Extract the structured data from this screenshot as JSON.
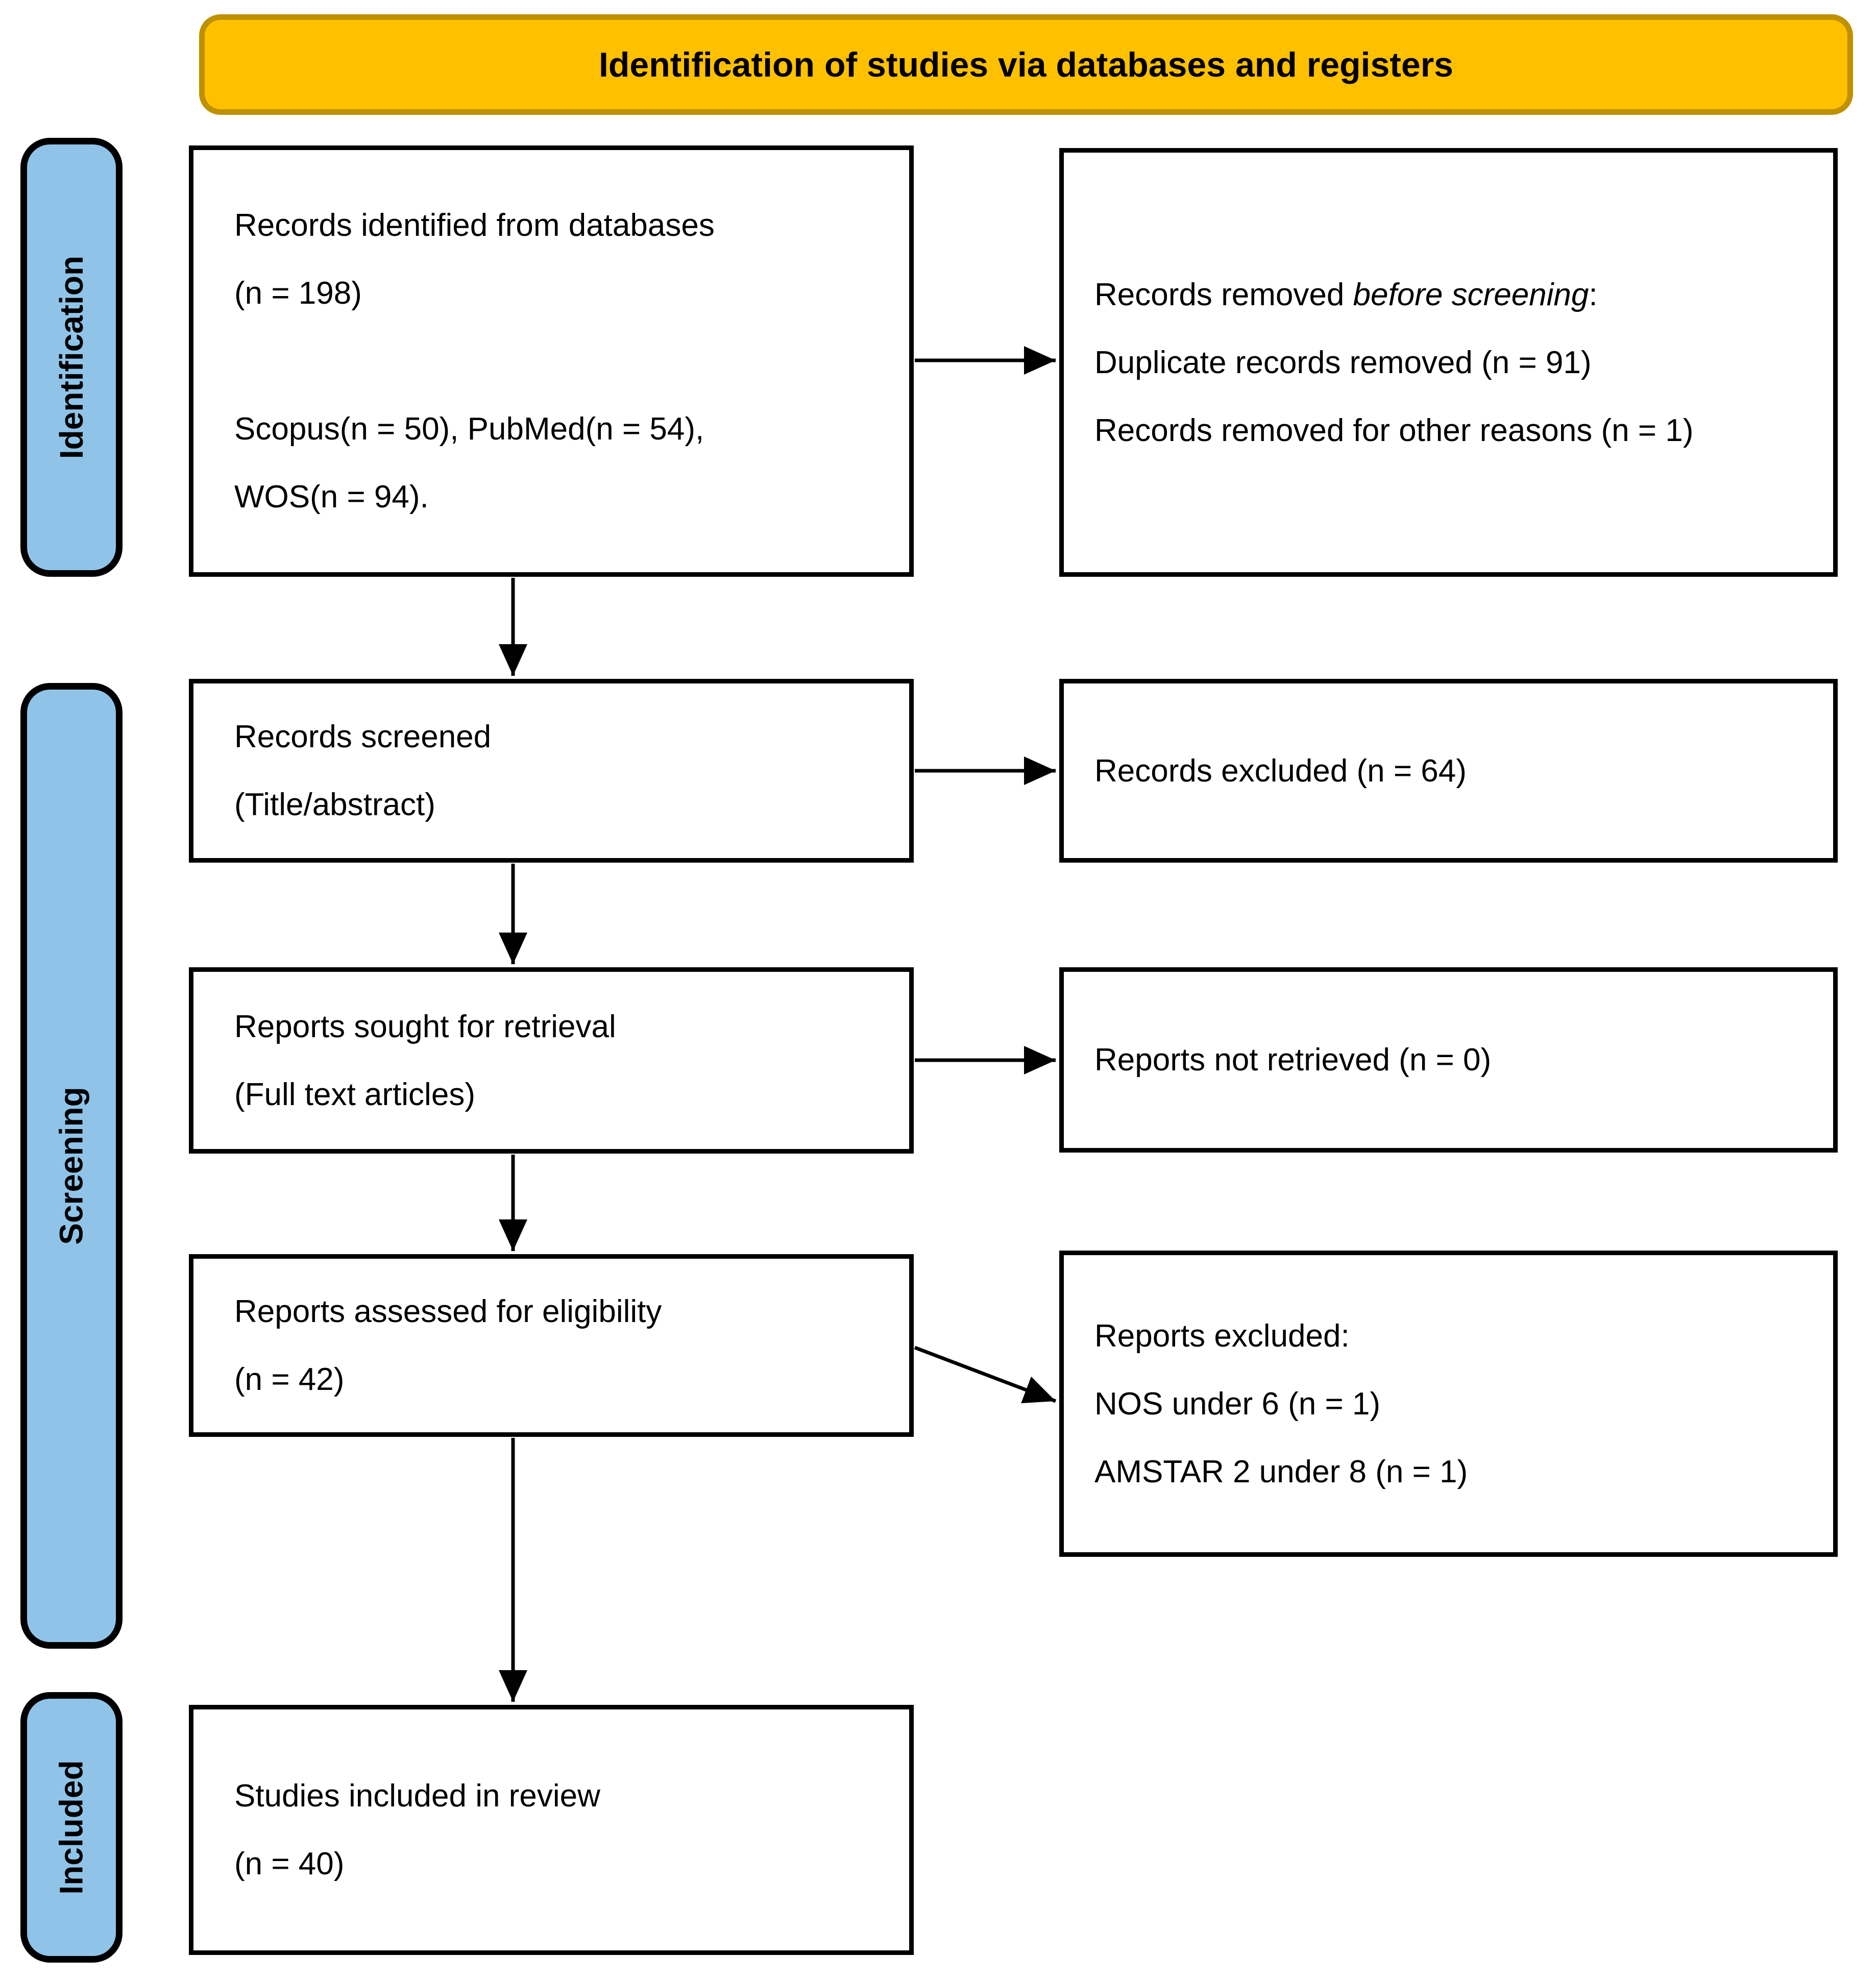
{
  "banner": {
    "title": "Identification of studies via databases and registers"
  },
  "colors": {
    "banner_fill": "#FFC000",
    "banner_border": "#BF9000",
    "stage_pill_fill": "#8FC4E8",
    "box_border": "#000000",
    "text": "#000000"
  },
  "sidebar": {
    "identification": "Identification",
    "screening": "Screening",
    "included": "Included"
  },
  "boxes": {
    "records_identified": {
      "lines": [
        "Records identified from databases",
        "(n = 198)",
        "",
        "Scopus(n = 50), PubMed(n = 54),",
        "WOS(n = 94)."
      ]
    },
    "records_removed": {
      "line1_prefix": "Records removed ",
      "line1_italic": "before screening",
      "line1_suffix": ":",
      "lines": [
        "Duplicate records removed (n = 91)",
        "Records removed for other reasons (n = 1)"
      ]
    },
    "records_screened": {
      "lines": [
        "Records screened",
        "(Title/abstract)"
      ]
    },
    "records_excluded": {
      "lines": [
        "Records excluded (n = 64)"
      ]
    },
    "reports_sought": {
      "lines": [
        "Reports sought for retrieval",
        "(Full text articles)"
      ]
    },
    "reports_not_retrieved": {
      "lines": [
        "Reports not retrieved (n = 0)"
      ]
    },
    "reports_assessed": {
      "lines": [
        "Reports assessed for eligibility",
        "(n = 42)"
      ]
    },
    "reports_excluded": {
      "lines": [
        "Reports excluded:",
        "NOS under 6 (n = 1)",
        "AMSTAR 2 under 8 (n = 1)"
      ]
    },
    "studies_included": {
      "lines": [
        "Studies included in review",
        "(n = 40)"
      ]
    }
  }
}
